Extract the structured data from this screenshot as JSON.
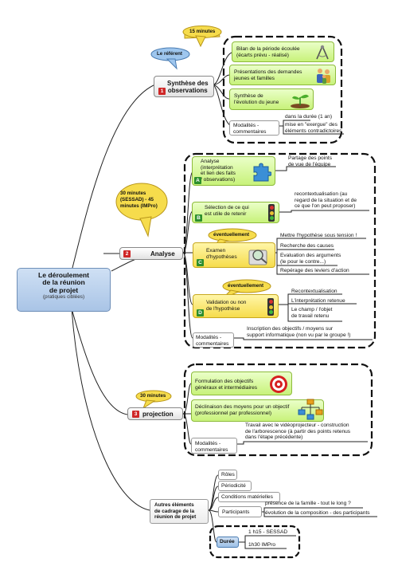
{
  "central": {
    "title": "Le déroulement\nde la réunion\nde projet",
    "subtitle": "(pratiques ciblées)"
  },
  "sections": {
    "synthese": {
      "number": "1",
      "title": "Synthèse des\nobservations",
      "time_callout": "15 minutes",
      "ref_callout": "Le référent",
      "items": [
        "Bilan de la période écoulée\n(écarts prévu - réalisé)",
        "Présentations des demandes\njeunes et familles",
        "Synthèse de\nl'évolution du jeune"
      ],
      "modalites_label": "Modalités -\ncommentaires",
      "modalites_notes": [
        "dans la durée (1 an)",
        "mise en \"exergue\" des\néléments contradictoires"
      ]
    },
    "analyse": {
      "number": "2",
      "title": "Analyse",
      "time_callout": "30 minutes\n(SESSAD) - 45\nminutes (IMPro)",
      "items": [
        {
          "letter": "A",
          "label": "Analyse\n(interprétation\net lien des faits\n/ observations)",
          "note": "Partage des points\nde vue de l'équipe"
        },
        {
          "letter": "B",
          "label": "Sélection de ce qui\nest utile de retenir",
          "note": "recontextualisation (au\nregard de la situation et de\nce que l'on peut proposer)"
        },
        {
          "letter": "C",
          "label": "Examen\nd'hypothèses",
          "callout": "éventuellement",
          "notes": [
            "Mettre l'hypothèse sous tension !",
            "Recherche des causes",
            "Evaluation des arguments\n(le pour le contre...)",
            "Repérage des leviers d'action"
          ]
        },
        {
          "letter": "D",
          "label": "Validation ou non\nde l'hypothèse",
          "callout": "éventuellement",
          "notes": [
            "Recontextualisation",
            "L'interprétation retenue",
            "Le champ / l'objet\nde travail retenu"
          ]
        }
      ],
      "modalites_label": "Modalités -\ncommentaires",
      "modalites_note": "Inscription des objectifs / moyens sur\nsupport informatique (non vu par le groupe !)"
    },
    "projection": {
      "number": "3",
      "title": "projection",
      "time_callout": "30 minutes",
      "items": [
        "Formulation des objectifs\ngénéraux et intermédiaires",
        "Déclinaison des moyens pour un objectif\n(professionnel par professionnel)"
      ],
      "modalites_label": "Modalités -\ncommentaires",
      "modalites_note": "Travail avec le vidéoprojecteur - construction\nde l'arborescence (à partir des points retenus\ndans l'étape précédente)"
    },
    "autres": {
      "title": "Autres éléments\nde cadrage de la\nréunion de projet",
      "items": [
        "Rôles",
        "Périodicité",
        "Conditions matérielles"
      ],
      "participants_label": "Participants",
      "participants_notes": [
        "présence de la famille - tout le long ?",
        "évolution de la composition - des participants"
      ],
      "duree_label": "Durée",
      "duree_notes": [
        "1 h15 - SESSAD",
        "1h30 IMPro"
      ]
    }
  },
  "colors": {
    "central": "#a9c4e6",
    "leaf_green": "#c8f27a",
    "callout_yellow": "#f6dc4c",
    "callout_blue": "#9ec6ee",
    "badge_red": "#cf2727",
    "badge_green": "#2c8e2c"
  },
  "icons": [
    "compass-icon",
    "family-icon",
    "plant-icon",
    "puzzle-icon",
    "traffic-light-icon",
    "magnifier-icon",
    "target-icon",
    "flowchart-icon"
  ]
}
